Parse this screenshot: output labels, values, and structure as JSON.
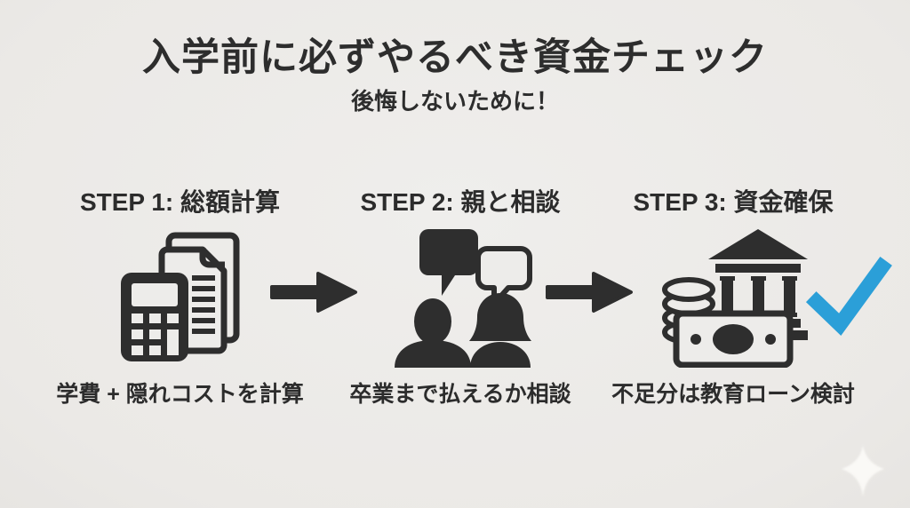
{
  "page": {
    "title": "入学前に必ずやるべき資金チェック",
    "subtitle": "後悔しないために！"
  },
  "steps": [
    {
      "header": "STEP 1: 総額計算",
      "caption": "学費 + 隠れコストを計算",
      "icon": "calculator-and-documents"
    },
    {
      "header": "STEP 2: 親と相談",
      "caption": "卒業まで払えるか相談",
      "icon": "two-people-with-speech-bubbles"
    },
    {
      "header": "STEP 3: 資金確保",
      "caption": "不足分は教育ローン検討",
      "icon": "coins-banknote-and-bank"
    }
  ],
  "flow": {
    "arrow_icon": "right-arrow",
    "completion_icon": "blue-checkmark",
    "decoration_icon": "sparkle"
  },
  "colors": {
    "background": "#edecea",
    "ink": "#2e2e2e",
    "check_blue": "#2b9fd8",
    "sparkle_white": "#fbfaf7"
  }
}
